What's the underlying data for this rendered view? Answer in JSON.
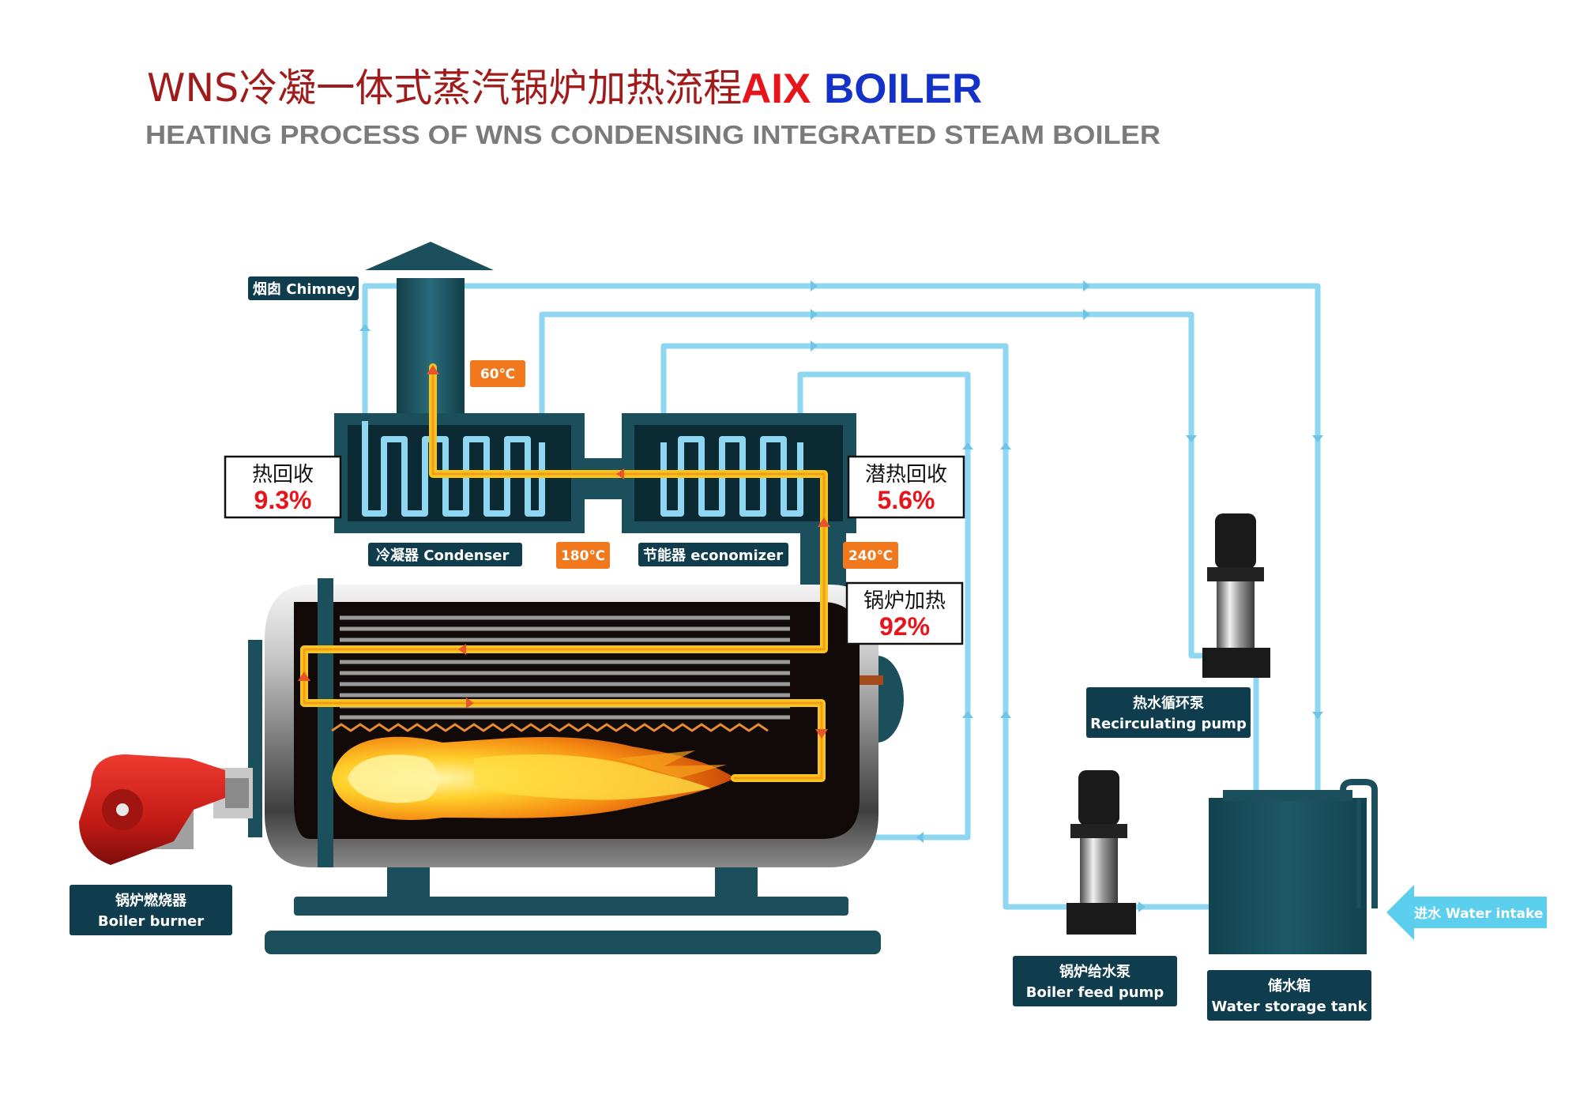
{
  "header": {
    "title_cn": "WNS冷凝一体式蒸汽锅炉加热流程",
    "title_aix": "AIX",
    "title_boiler": "BOILER",
    "subtitle": "HEATING PROCESS OF WNS CONDENSING INTEGRATED STEAM BOILER"
  },
  "labels": {
    "chimney": "烟囱 Chimney",
    "condenser": "冷凝器 Condenser",
    "economizer": "节能器 economizer",
    "burner_cn": "锅炉燃烧器",
    "burner_en": "Boiler burner",
    "recirc_cn": "热水循环泵",
    "recirc_en": "Recirculating pump",
    "feed_cn": "锅炉给水泵",
    "feed_en": "Boiler feed pump",
    "tank_cn": "储水箱",
    "tank_en": "Water storage tank",
    "intake": "进水 Water intake"
  },
  "temperatures": {
    "t60": "60℃",
    "t180": "180℃",
    "t240": "240℃"
  },
  "recovery": {
    "heat_recovery_label": "热回收",
    "heat_recovery_pct": "9.3%",
    "latent_recovery_label": "潜热回收",
    "latent_recovery_pct": "5.6%",
    "boiler_heating_label": "锅炉加热",
    "boiler_heating_pct": "92%"
  },
  "colors": {
    "dark_teal": "#1c4f5c",
    "label_bg": "#0f3d4d",
    "pipe_blue": "#8fd6f0",
    "gas_yellow": "#f7c51c",
    "temp_orange": "#f2781e",
    "pct_red": "#e8141b",
    "burner_red": "#d0201e",
    "intake_blue": "#5ccfee"
  }
}
